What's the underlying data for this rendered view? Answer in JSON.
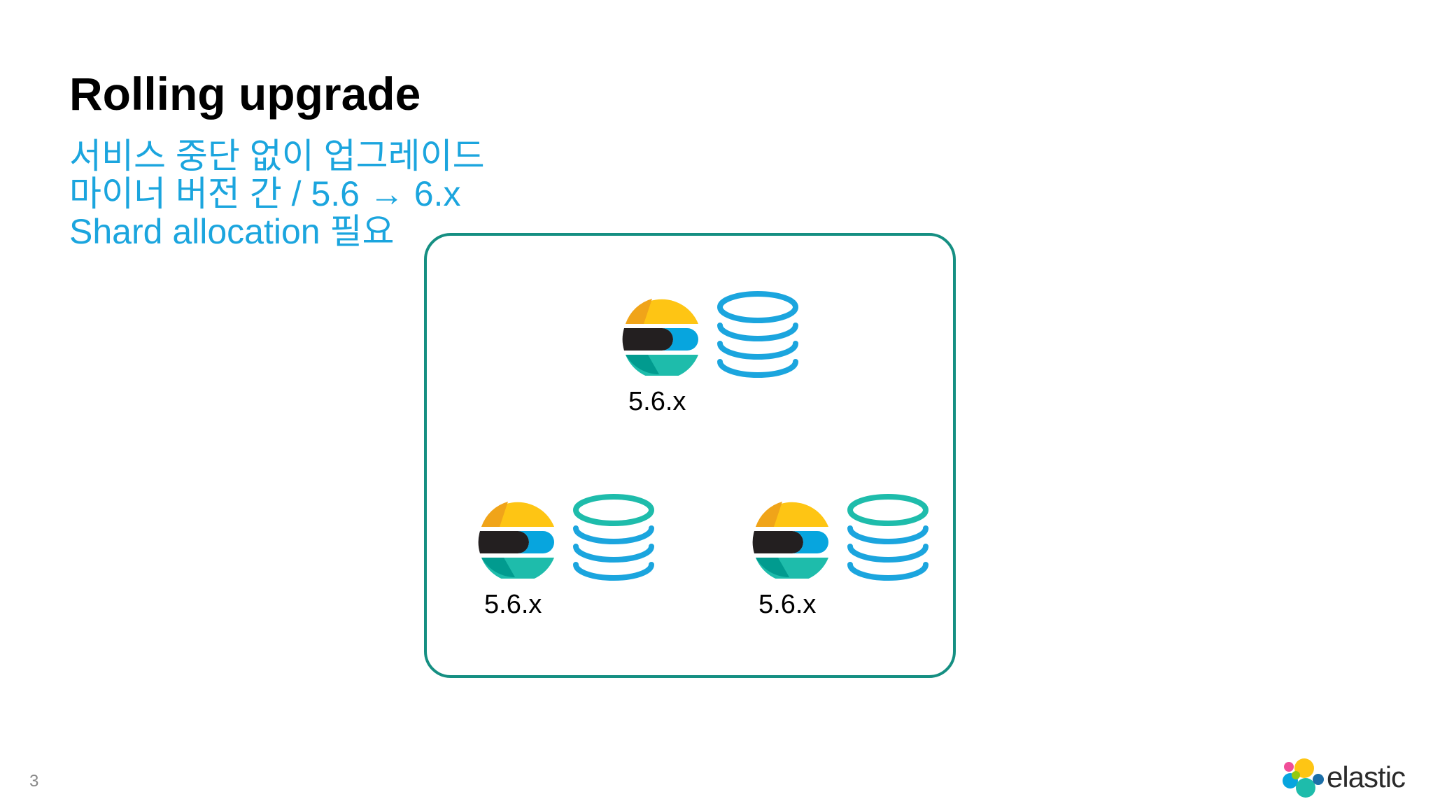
{
  "slide": {
    "title": "Rolling upgrade",
    "bullets": [
      "서비스 중단 없이 업그레이드",
      "마이너 버전 간 / 5.6 → 6.x",
      "Shard allocation 필요"
    ],
    "nodes": [
      {
        "version": "5.6.x"
      },
      {
        "version": "5.6.x"
      },
      {
        "version": "5.6.x"
      }
    ],
    "page_number": "3",
    "brand": "elastic",
    "colors": {
      "title": "#000000",
      "bullet_text": "#1ba5de",
      "cluster_border": "#158f82",
      "logo_yellow": "#fec514",
      "logo_dark": "#231f20",
      "logo_blue": "#07a5de",
      "logo_teal": "#1ebcab",
      "db_blue": "#1ba5de"
    },
    "icons": [
      "elasticsearch-logo-icon",
      "database-icon",
      "elastic-logo-icon"
    ]
  }
}
